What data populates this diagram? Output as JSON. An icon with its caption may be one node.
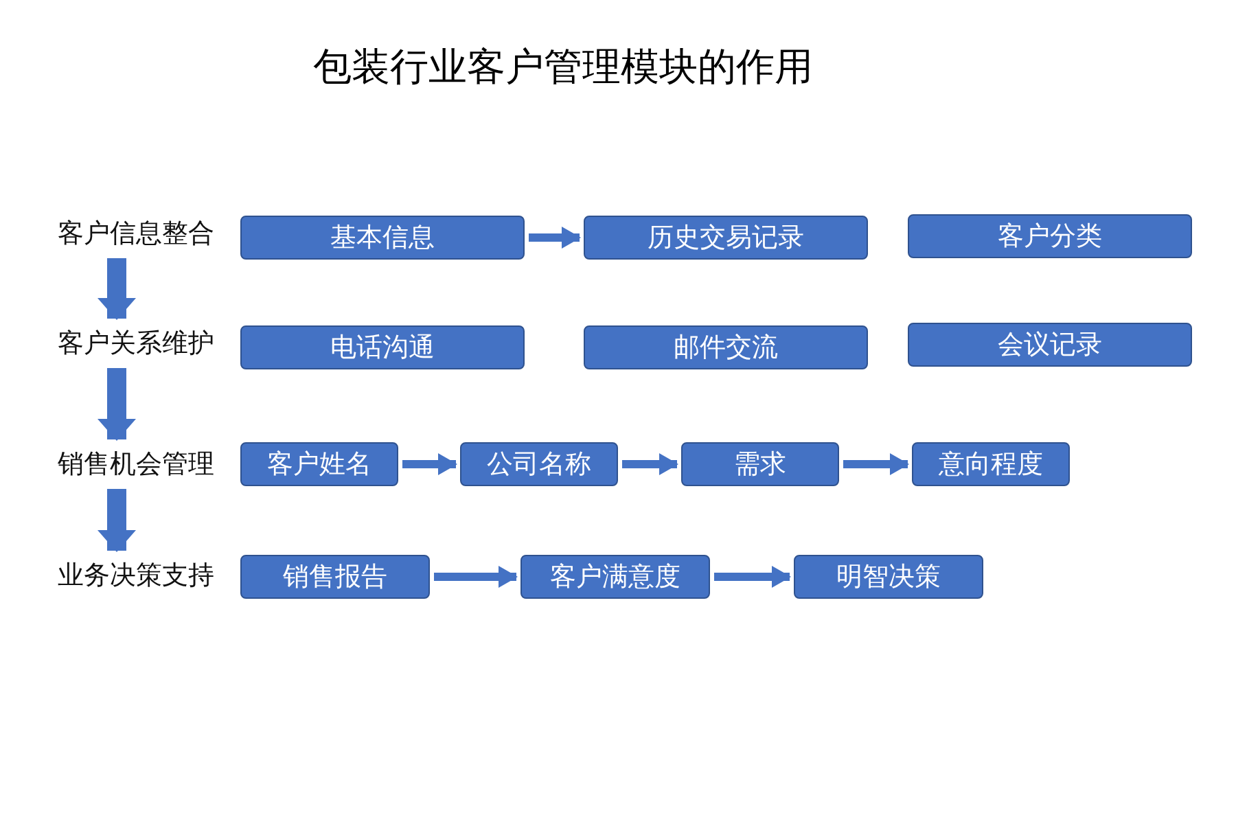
{
  "diagram": {
    "title": "包装行业客户管理模块的作用",
    "nodes": [
      {
        "text": [
          "客户信息整合"
        ]
      },
      {
        "text": [
          "基本信息"
        ]
      },
      {
        "text": [
          "历史交易记录"
        ]
      },
      {
        "text": [
          "客户分类"
        ]
      },
      {
        "text": [
          "客户关系维护"
        ]
      },
      {
        "text": [
          "电话沟通"
        ]
      },
      {
        "text": [
          "邮件交流"
        ]
      },
      {
        "text": [
          "会议记录"
        ]
      },
      {
        "text": [
          "销售机会管理"
        ]
      },
      {
        "text": [
          "客户姓名"
        ]
      },
      {
        "text": [
          "公司名称"
        ]
      },
      {
        "text": [
          "需求"
        ]
      },
      {
        "text": [
          "意向程度"
        ]
      },
      {
        "text": [
          "业务决策支持"
        ]
      },
      {
        "text": [
          "销售报告"
        ]
      },
      {
        "text": [
          "客户满意度"
        ]
      },
      {
        "text": [
          "明智决策"
        ]
      }
    ],
    "edges": [
      {
        "from": 0,
        "to": 4,
        "arrow": "to",
        "style": "thick"
      },
      {
        "from": 4,
        "to": 8,
        "arrow": "to",
        "style": "thick"
      },
      {
        "from": 8,
        "to": 13,
        "arrow": "to",
        "style": "thick"
      },
      {
        "from": 1,
        "to": 2,
        "arrow": "to"
      },
      {
        "from": 9,
        "to": 10,
        "arrow": "to"
      },
      {
        "from": 10,
        "to": 11,
        "arrow": "to"
      },
      {
        "from": 11,
        "to": 12,
        "arrow": "to"
      },
      {
        "from": 14,
        "to": 15,
        "arrow": "to"
      },
      {
        "from": 15,
        "to": 16,
        "arrow": "to"
      }
    ]
  }
}
